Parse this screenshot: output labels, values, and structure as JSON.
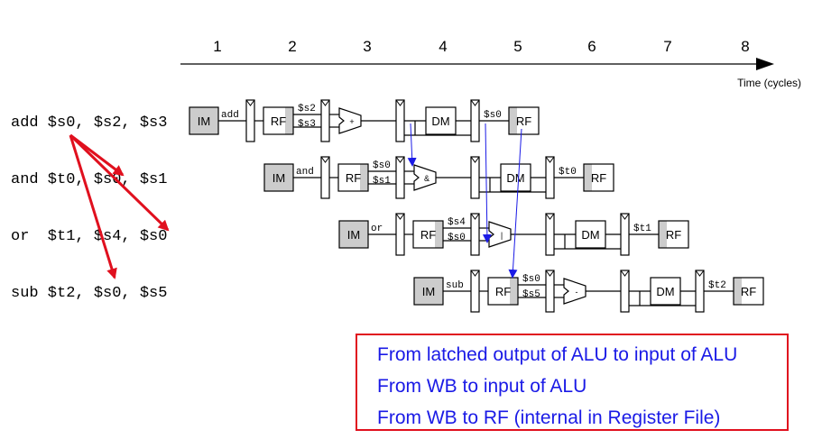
{
  "timeline": {
    "cycles": [
      "1",
      "2",
      "3",
      "4",
      "5",
      "6",
      "7",
      "8"
    ],
    "axis_label": "Time (cycles)"
  },
  "instructions": [
    {
      "text": "add $s0, $s2, $s3",
      "mnemonic": "add",
      "rf_labels": [
        "$s2",
        "$s3"
      ],
      "alu_symbol": "+",
      "wb_label": "$s0"
    },
    {
      "text": "and $t0, $s0, $s1",
      "mnemonic": "and",
      "rf_labels": [
        "$s0",
        "$s1"
      ],
      "alu_symbol": "&",
      "wb_label": "$t0"
    },
    {
      "text": "or  $t1, $s4, $s0",
      "mnemonic": "or",
      "rf_labels": [
        "$s4",
        "$s0"
      ],
      "alu_symbol": "|",
      "wb_label": "$t1"
    },
    {
      "text": "sub $t2, $s0, $s5",
      "mnemonic": "sub",
      "rf_labels": [
        "$s0",
        "$s5"
      ],
      "alu_symbol": "-",
      "wb_label": "$t2"
    }
  ],
  "stage_labels": {
    "im": "IM",
    "rf": "RF",
    "dm": "DM"
  },
  "notes": [
    "From latched output of ALU to input of ALU",
    "From WB to input of ALU",
    "From WB to RF (internal in Register File)"
  ],
  "colors": {
    "dependency_arrow": "#e0101e",
    "forward_arrow": "#1a1ae6",
    "shaded": "#cccccc",
    "note_border": "#e0101e",
    "note_text": "#1a1ae6"
  }
}
